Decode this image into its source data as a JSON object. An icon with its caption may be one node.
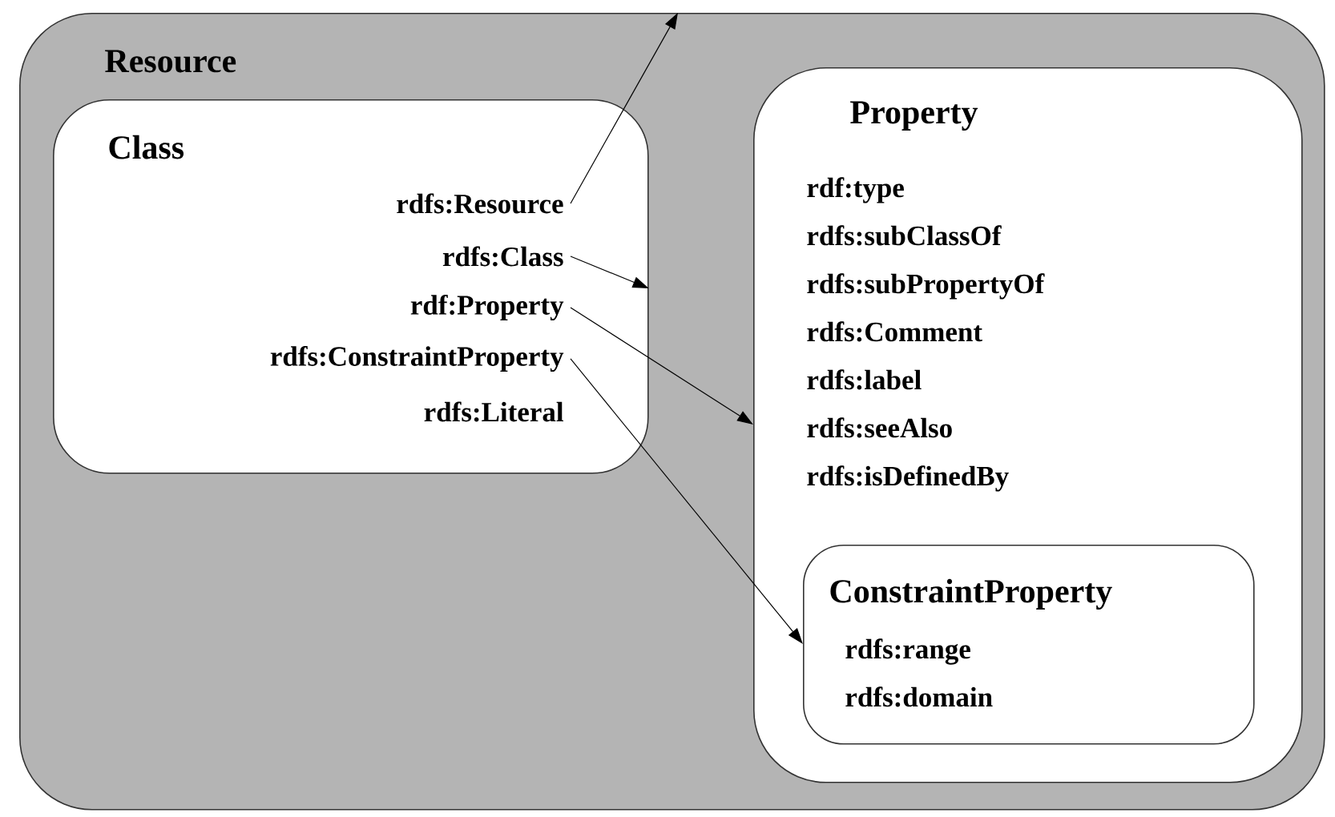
{
  "diagram": {
    "nodes": [
      {
        "text": [
          "Resource"
        ]
      },
      {
        "text": [
          "Class"
        ],
        "in": 0
      },
      {
        "text": [
          "rdfs:Resource"
        ],
        "in": 1
      },
      {
        "text": [
          "rdfs:Class"
        ],
        "in": 1
      },
      {
        "text": [
          "rdf:Property"
        ],
        "in": 1
      },
      {
        "text": [
          "rdfs:ConstraintProperty"
        ],
        "in": 1
      },
      {
        "text": [
          "rdfs:Literal"
        ],
        "in": 1
      },
      {
        "text": [
          "Property",
          "rdf:type",
          "rdfs:subClassOf",
          "rdfs:subPropertyOf",
          "rdfs:Comment",
          "rdfs:label",
          "rdfs:seeAlso",
          "rdfs:isDefinedBy"
        ],
        "in": 0
      },
      {
        "text": [
          "ConstraintProperty",
          "rdfs:range",
          "rdfs:domain"
        ],
        "in": 7
      }
    ],
    "edges": [
      {
        "from": 2,
        "to": 0,
        "arrow": "to"
      },
      {
        "from": 3,
        "to": 1,
        "arrow": "to"
      },
      {
        "from": 4,
        "to": 7,
        "arrow": "to"
      },
      {
        "from": 5,
        "to": 8,
        "arrow": "to"
      }
    ]
  }
}
